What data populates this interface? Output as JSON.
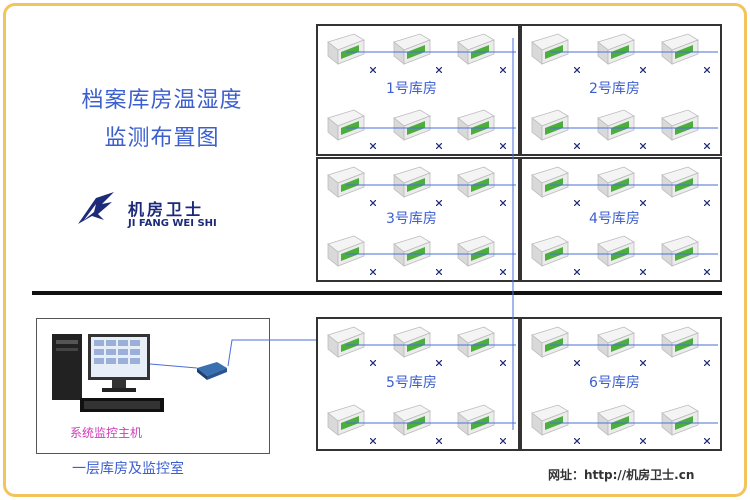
{
  "title": {
    "line1": "档案库房温湿度",
    "line2": "监测布置图"
  },
  "brand": {
    "name_cn": "机房卫士",
    "name_en": "JI FANG WEI SHI",
    "logo_icon": "bird-logo-icon"
  },
  "rooms": [
    {
      "label": "1号库房"
    },
    {
      "label": "2号库房"
    },
    {
      "label": "3号库房"
    },
    {
      "label": "4号库房"
    },
    {
      "label": "5号库房"
    },
    {
      "label": "6号库房"
    }
  ],
  "control": {
    "host_label": "系统监控主机",
    "floor_label": "一层库房及监控室"
  },
  "footer": {
    "website": "网址：http://机房卫士.cn"
  },
  "colors": {
    "frame": "#f2c45c",
    "accent": "#3c5fd0",
    "line": "#4a6fd8",
    "screen": "#4caf3c",
    "host_label": "#d03ab8"
  }
}
